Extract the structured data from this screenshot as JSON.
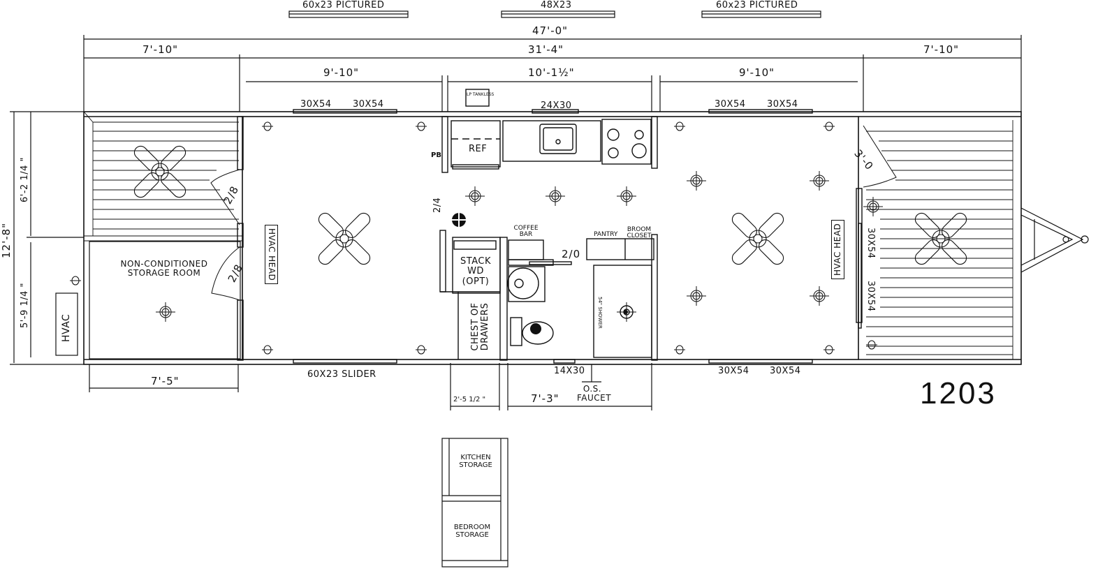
{
  "plan": {
    "model_number": "1203",
    "top_windows": [
      {
        "label": "60x23 PICTURED"
      },
      {
        "label": "48X23"
      },
      {
        "label": "60x23 PICTURED"
      }
    ],
    "dimensions": {
      "overall_length": "47'-0\"",
      "left_porch": "7'-10\"",
      "main_body": "31'-4\"",
      "right_porch": "7'-10\"",
      "left_room": "9'-10\"",
      "kitchen": "10'-1½\"",
      "right_room": "9'-10\"",
      "overall_width": "12'-8\"",
      "upper_width": "6'-2 1/4 \"",
      "lower_width": "5'-9 1/4 \"",
      "storage_room_length": "7'-5\"",
      "bottom_left": "2'-5 1/2 \"",
      "bottom_right": "7'-3\""
    },
    "windows": {
      "top_left_a": "30X54",
      "top_left_b": "30X54",
      "kitchen": "24X30",
      "top_right_a": "30X54",
      "top_right_b": "30X54",
      "bottom_slider": "60X23 SLIDER",
      "bath": "14X30",
      "bottom_right_a": "30X54",
      "bottom_right_b": "30X54",
      "porch_a": "30X54",
      "porch_b": "30X54"
    },
    "labels": {
      "lp_tankless": "LP TANKLESS",
      "ref": "REF",
      "pb": "PB",
      "hvac_head_left": "HVAC HEAD",
      "hvac_head_right": "HVAC HEAD",
      "hvac": "HVAC",
      "storage_room": "NON-CONDITIONED STORAGE ROOM",
      "stack_wd": "STACK WD (OPT)",
      "coffee_bar": "COFFEE BAR",
      "pantry": "PANTRY",
      "broom_closet": "BROOM CLOSET",
      "shower": "54\" SHOWER",
      "chest_of_drawers": "CHEST OF DRAWERS",
      "faucet": "O.S. FAUCET",
      "kitchen_storage": "KITCHEN STORAGE",
      "bedroom_storage": "BEDROOM STORAGE"
    },
    "doors": {
      "storage_upper": "2/8",
      "storage_lower": "2/8",
      "laundry": "2/4",
      "bath": "2/0",
      "porch_right": "3'-0"
    }
  }
}
